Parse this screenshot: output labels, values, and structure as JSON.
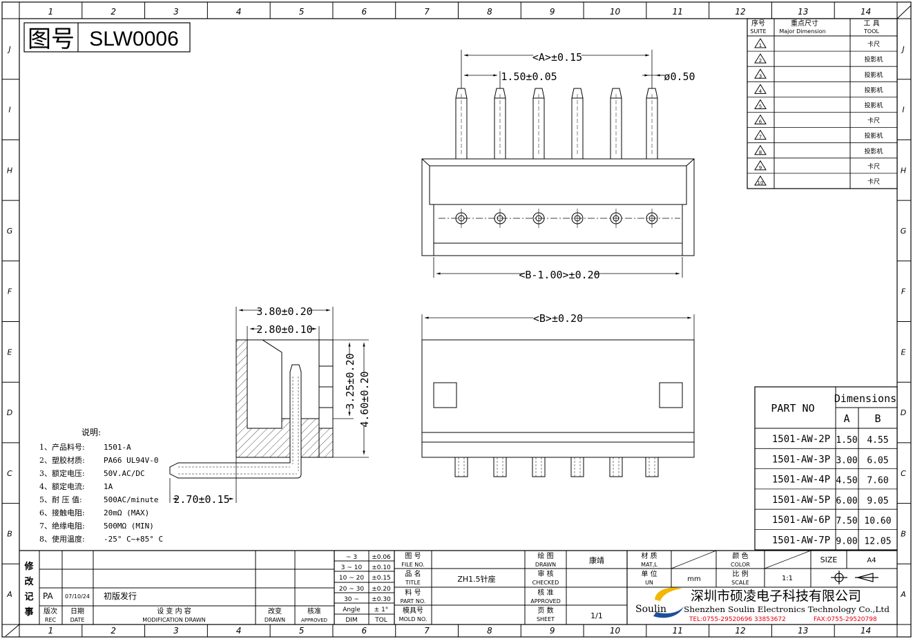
{
  "title_box": {
    "label": "图号",
    "number": "SLW0006"
  },
  "grid": {
    "columns": [
      "1",
      "2",
      "3",
      "4",
      "5",
      "6",
      "7",
      "8",
      "9",
      "10",
      "11",
      "12",
      "13",
      "14"
    ],
    "rows": [
      "J",
      "I",
      "H",
      "G",
      "F",
      "E",
      "D",
      "C",
      "B",
      "A"
    ]
  },
  "dimensions": {
    "top_a": "<A>±0.15",
    "pitch": "1.50±0.05",
    "pin_dia": "ø0.50",
    "b_minus": "<B-1.00>±0.20",
    "side_width_outer": "3.80±0.20",
    "side_width_inner": "2.80±0.10",
    "side_h1": "3.25±0.20",
    "side_h2": "4.60±0.20",
    "side_leg": "2.70±0.15",
    "front_b": "<B>±0.20"
  },
  "notes": {
    "heading": "说明:",
    "items": [
      {
        "label": "1、产品料号:",
        "value": "1501-A"
      },
      {
        "label": "2、塑胶材质:",
        "value": "PA66 UL94V-0"
      },
      {
        "label": "3、额定电压:",
        "value": "50V.AC/DC"
      },
      {
        "label": "4、额定电流:",
        "value": "1A"
      },
      {
        "label": "5、耐 压 值:",
        "value": "500AC/minute"
      },
      {
        "label": "6、接触电阻:",
        "value": "20mΩ (MAX)"
      },
      {
        "label": "7、绝缘电阻:",
        "value": "500MΩ (MIN)"
      },
      {
        "label": "8、使用温度:",
        "value": "-25° C~+85° C"
      }
    ]
  },
  "major_dims": {
    "header_suite_cn": "序号",
    "header_suite_en": "SUITE",
    "header_dim_cn": "重点尺寸",
    "header_dim_en": "Major Dimension",
    "header_tool_cn": "工 具",
    "header_tool_en": "TOOL",
    "rows": [
      {
        "no": "1",
        "tool": "卡尺"
      },
      {
        "no": "2",
        "tool": "投影机"
      },
      {
        "no": "3",
        "tool": "投影机"
      },
      {
        "no": "4",
        "tool": "投影机"
      },
      {
        "no": "5",
        "tool": "投影机"
      },
      {
        "no": "6",
        "tool": "卡尺"
      },
      {
        "no": "7",
        "tool": "投影机"
      },
      {
        "no": "8",
        "tool": "投影机"
      },
      {
        "no": "9",
        "tool": "卡尺"
      },
      {
        "no": "10",
        "tool": "卡尺"
      }
    ]
  },
  "part_table": {
    "part_header": "PART NO",
    "dims_header": "Dimensions",
    "col_a": "A",
    "col_b": "B",
    "rows": [
      {
        "part": "1501-AW-2P",
        "a": "1.50",
        "b": "4.55"
      },
      {
        "part": "1501-AW-3P",
        "a": "3.00",
        "b": "6.05"
      },
      {
        "part": "1501-AW-4P",
        "a": "4.50",
        "b": "7.60"
      },
      {
        "part": "1501-AW-5P",
        "a": "6.00",
        "b": "9.05"
      },
      {
        "part": "1501-AW-6P",
        "a": "7.50",
        "b": "10.60"
      },
      {
        "part": "1501-AW-7P",
        "a": "9.00",
        "b": "12.05"
      }
    ]
  },
  "title_block": {
    "rev_side_label": [
      "修",
      "改",
      "记",
      "事"
    ],
    "rev_entry": {
      "rev": "PA",
      "date": "07/10/24",
      "desc": "初版发行"
    },
    "rev_head": {
      "rev_cn": "版次",
      "rev_en": "REC",
      "date_cn": "日期",
      "date_en": "DATE",
      "mod_cn": "设 变 内 容",
      "mod_en": "MODIFICATION DRAWN",
      "drawn_cn": "改变",
      "drawn_en": "DRAWN",
      "appr_cn": "核准",
      "appr_en": "APPROVED"
    },
    "tolerances": [
      {
        "range": "~ 3",
        "tol": "±0.06"
      },
      {
        "range": "3 ~ 10",
        "tol": "±0.10"
      },
      {
        "range": "10 ~ 20",
        "tol": "±0.15"
      },
      {
        "range": "20 ~ 30",
        "tol": "±0.20"
      },
      {
        "range": "30 ~",
        "tol": "±0.30"
      },
      {
        "range": "Angle",
        "tol": "± 1°"
      }
    ],
    "tol_foot": {
      "dim": "DIM",
      "tol": "TOL"
    },
    "fields": {
      "file_cn": "图 号",
      "file_en": "FILE NO.",
      "title_cn": "品 名",
      "title_en": "TITLE",
      "title_value": "ZH1.5针座",
      "part_cn": "料 号",
      "part_en": "PART NO.",
      "mold_cn": "模具号",
      "mold_en": "MOLD NO.",
      "drawn_cn": "绘 图",
      "drawn_en": "DRAWN",
      "drawn_value": "康靖",
      "checked_cn": "审 核",
      "checked_en": "CHECKED",
      "approved_cn": "核 准",
      "approved_en": "APPROVED",
      "sheet_cn": "页 数",
      "sheet_en": "SHEET",
      "sheet_value": "1/1",
      "matl_cn": "材 质",
      "matl_en": "MAT,L",
      "color_cn": "颜 色",
      "color_en": "COLOR",
      "un_cn": "单 位",
      "un_en": "UN",
      "un_value": "mm",
      "scale_cn": "比 例",
      "scale_en": "SCALE",
      "scale_value": "1:1",
      "size_label": "SIZE",
      "size_value": "A4"
    },
    "company": {
      "logo_text": "Soulin",
      "name_cn": "深圳市硕凌电子科技有限公司",
      "name_en": "Shenzhen Soulin Electronics Technology Co.,Ltd",
      "tel": "TEL:0755-29520696 33853672",
      "fax": "FAX:0755-29520798",
      "accent": "#e3000f",
      "logo_blue": "#1d4f9c",
      "logo_yellow": "#f2b705"
    }
  }
}
